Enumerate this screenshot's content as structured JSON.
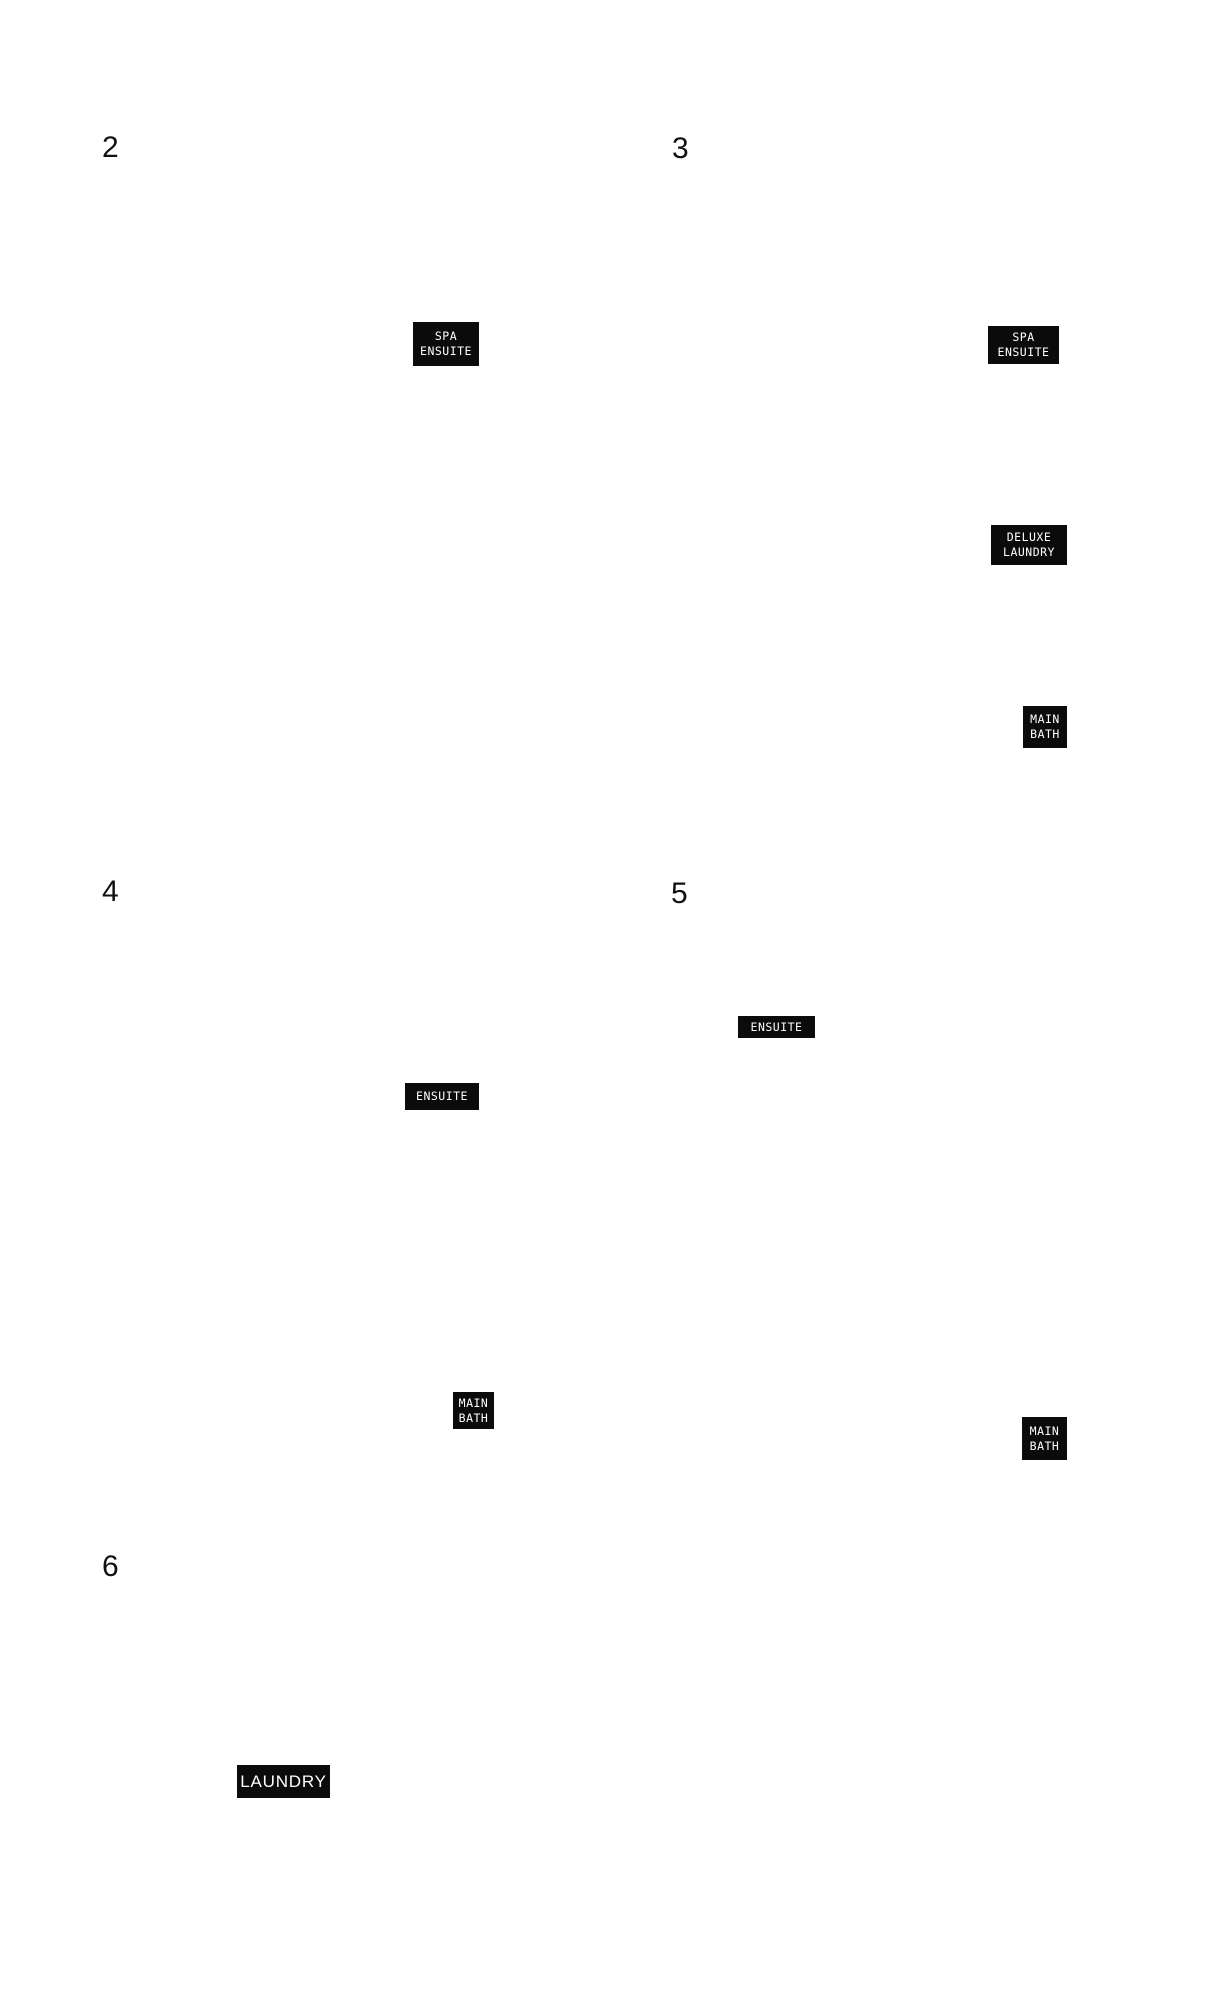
{
  "panels": [
    {
      "number": "2"
    },
    {
      "number": "3"
    },
    {
      "number": "4"
    },
    {
      "number": "5"
    },
    {
      "number": "6"
    }
  ],
  "tags": {
    "p2_spa_ensuite": {
      "line1": "SPA",
      "line2": "ENSUITE"
    },
    "p3_spa_ensuite": {
      "line1": "SPA",
      "line2": "ENSUITE"
    },
    "p3_deluxe_laundry": {
      "line1": "DELUXE",
      "line2": "LAUNDRY"
    },
    "p3_main_bath": {
      "line1": "MAIN",
      "line2": "BATH"
    },
    "p4_ensuite": {
      "line1": "ENSUITE"
    },
    "p4_main_bath": {
      "line1": "MAIN",
      "line2": "BATH"
    },
    "p5_ensuite": {
      "line1": "ENSUITE"
    },
    "p5_main_bath": {
      "line1": "MAIN",
      "line2": "BATH"
    },
    "p6_laundry": {
      "line1": "LAUNDRY"
    }
  }
}
